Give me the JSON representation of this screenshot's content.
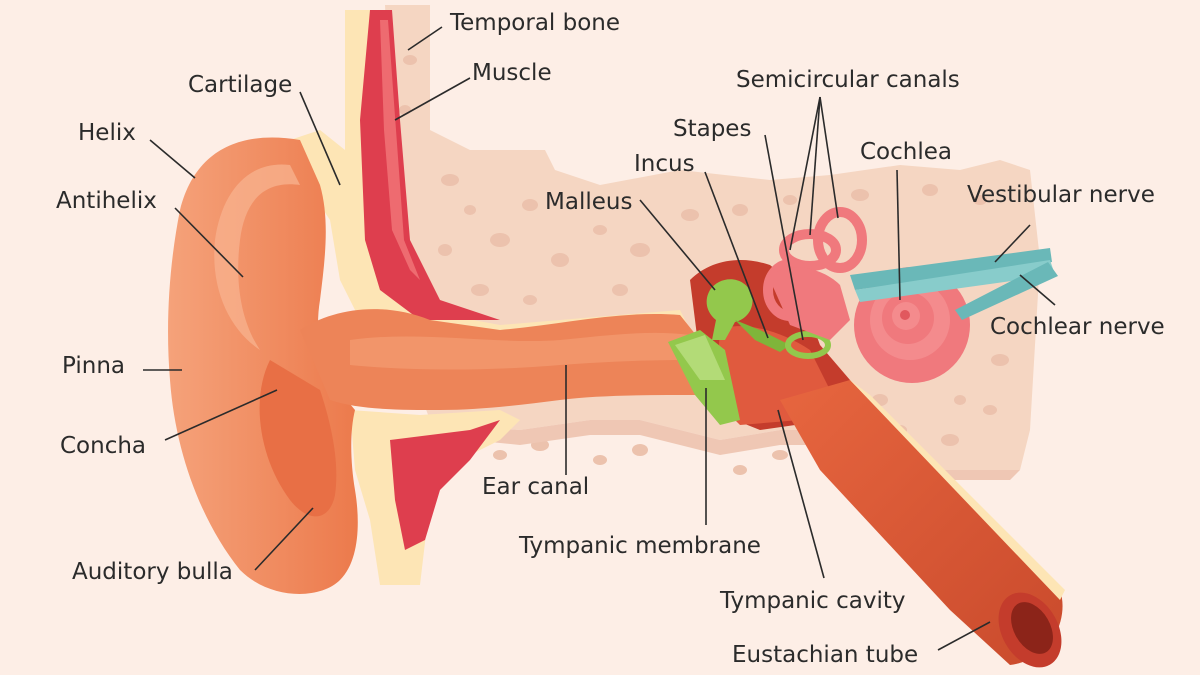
{
  "diagram": {
    "labels": {
      "temporal_bone": "Temporal bone",
      "muscle": "Muscle",
      "cartilage": "Cartilage",
      "helix": "Helix",
      "antihelix": "Antihelix",
      "pinna": "Pinna",
      "concha": "Concha",
      "auditory_bulla": "Auditory bulla",
      "ear_canal": "Ear canal",
      "malleus": "Malleus",
      "incus": "Incus",
      "stapes": "Stapes",
      "semicircular_canals": "Semicircular canals",
      "cochlea": "Cochlea",
      "vestibular_nerve": "Vestibular nerve",
      "cochlear_nerve": "Cochlear nerve",
      "tympanic_membrane": "Tympanic membrane",
      "tympanic_cavity": "Tympanic cavity",
      "eustachian_tube": "Eustachian tube"
    },
    "colors": {
      "background": "#fdeee6",
      "bone": "#f5d6c2",
      "bone_pores": "#efc7b4",
      "ear_skin": "#f08a5d",
      "ear_skin_dark": "#e2623c",
      "cartilage": "#fde5b5",
      "muscle": "#de3e4e",
      "ossicles": "#93c84c",
      "cochlea": "#f0797d",
      "nerve": "#6ab8b8",
      "cavity": "#c43c2c",
      "label_text": "#2b2b2b"
    }
  }
}
